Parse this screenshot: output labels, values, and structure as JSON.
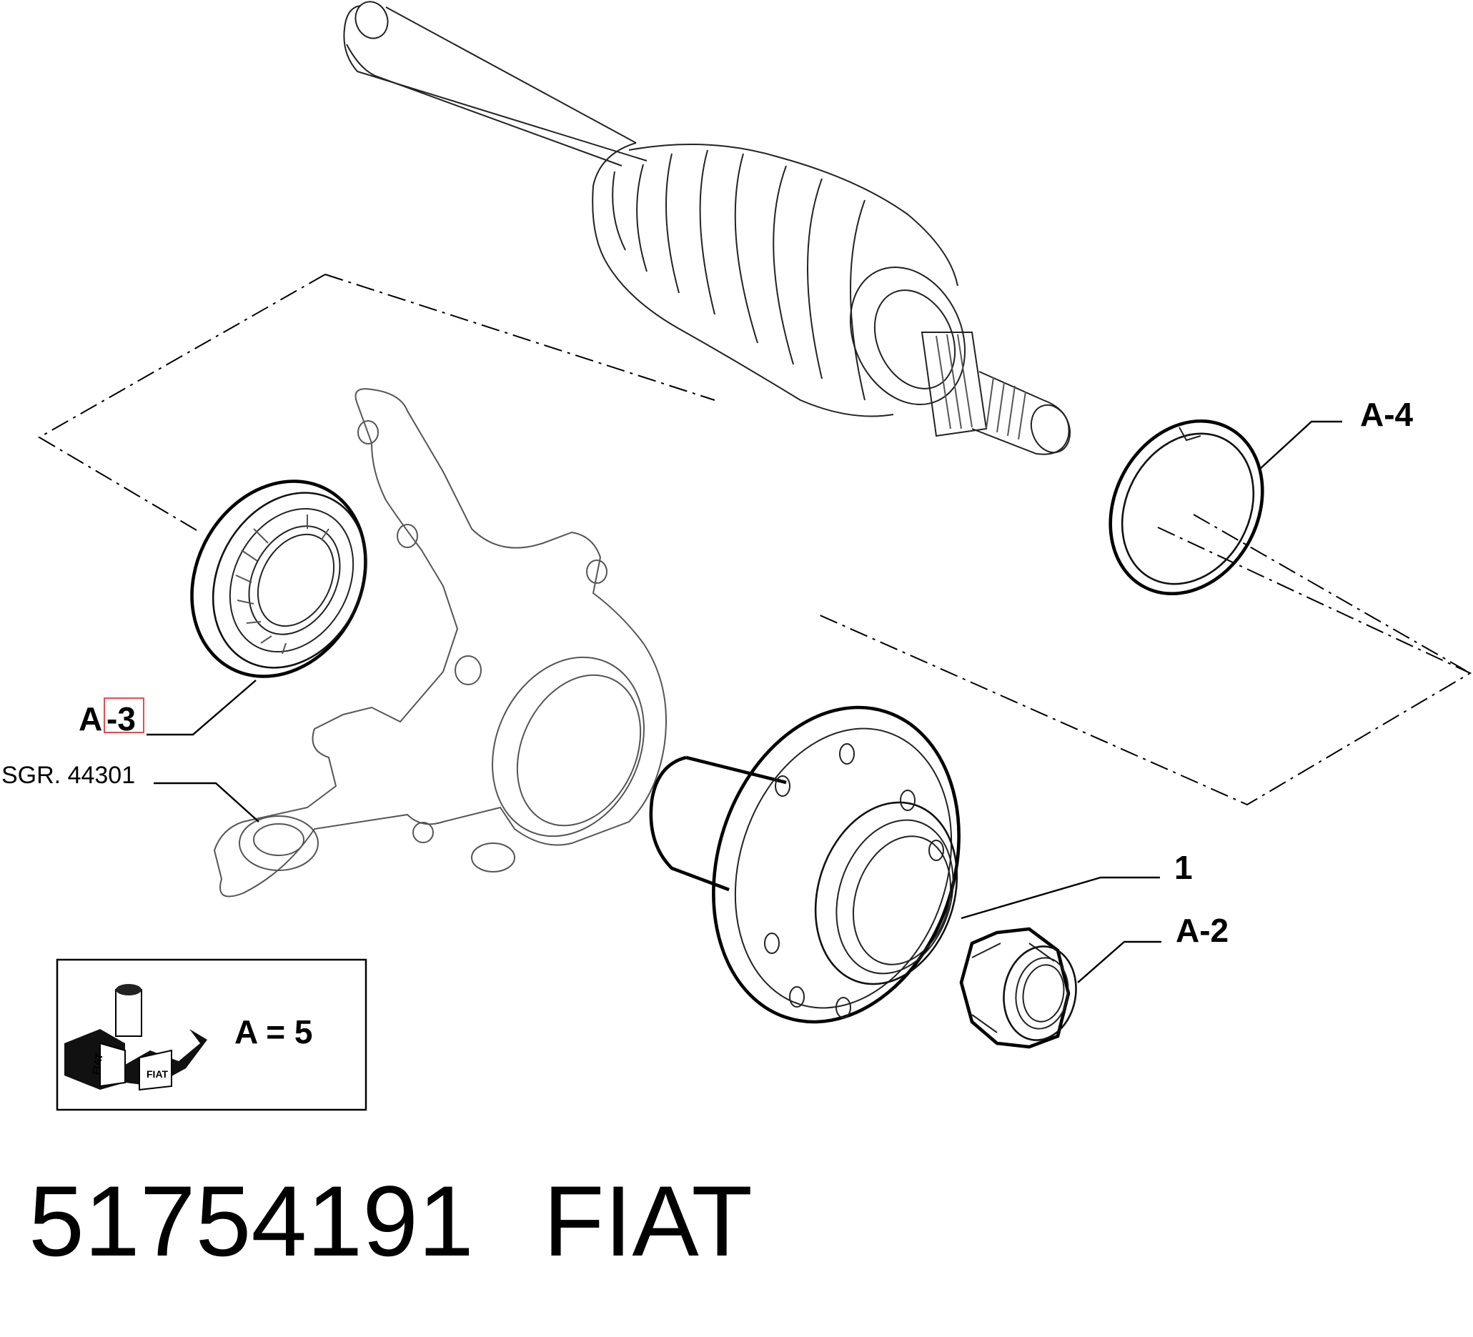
{
  "labels": {
    "a4": "A-4",
    "a3_prefix": "A",
    "a3_number": "-3",
    "sgr": "SGR. 44301",
    "one": "1",
    "a2": "A-2"
  },
  "legend": {
    "text": "A = 5",
    "logo_text": "FIAT"
  },
  "footer": {
    "part_number": "51754191",
    "brand": "FIAT"
  },
  "colors": {
    "highlight": "#e05050",
    "highlight_text": "#7a5a5a"
  }
}
